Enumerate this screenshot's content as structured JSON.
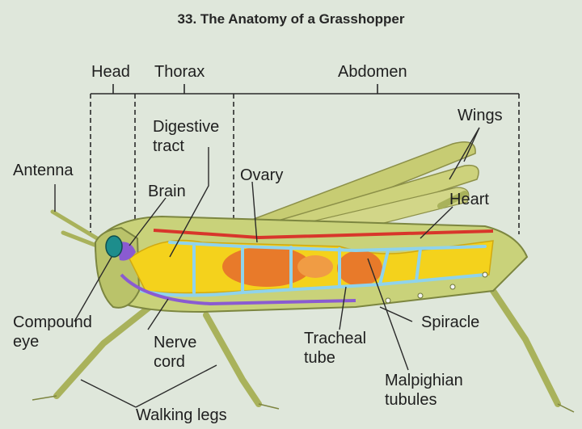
{
  "title": "33.  The Anatomy of a Grasshopper",
  "regions": {
    "head": "Head",
    "thorax": "Thorax",
    "abdomen": "Abdomen"
  },
  "labels": {
    "digestive_tract_1": "Digestive",
    "digestive_tract_2": "tract",
    "wings": "Wings",
    "antenna": "Antenna",
    "ovary": "Ovary",
    "brain": "Brain",
    "heart": "Heart",
    "compound_eye_1": "Compound",
    "compound_eye_2": "eye",
    "spiracle": "Spiracle",
    "nerve_cord_1": "Nerve",
    "nerve_cord_2": "cord",
    "tracheal_tube_1": "Tracheal",
    "tracheal_tube_2": "tube",
    "malpighian_1": "Malpighian",
    "malpighian_2": "tubules",
    "walking_legs": "Walking legs"
  },
  "colors": {
    "background": "#dfe7db",
    "body": "#c9d27a",
    "digestive": "#f4d21c",
    "trachea": "#8fd3ec",
    "heart": "#d8362b",
    "nerve": "#8a5bd1",
    "ovary": "#e87a2a"
  }
}
